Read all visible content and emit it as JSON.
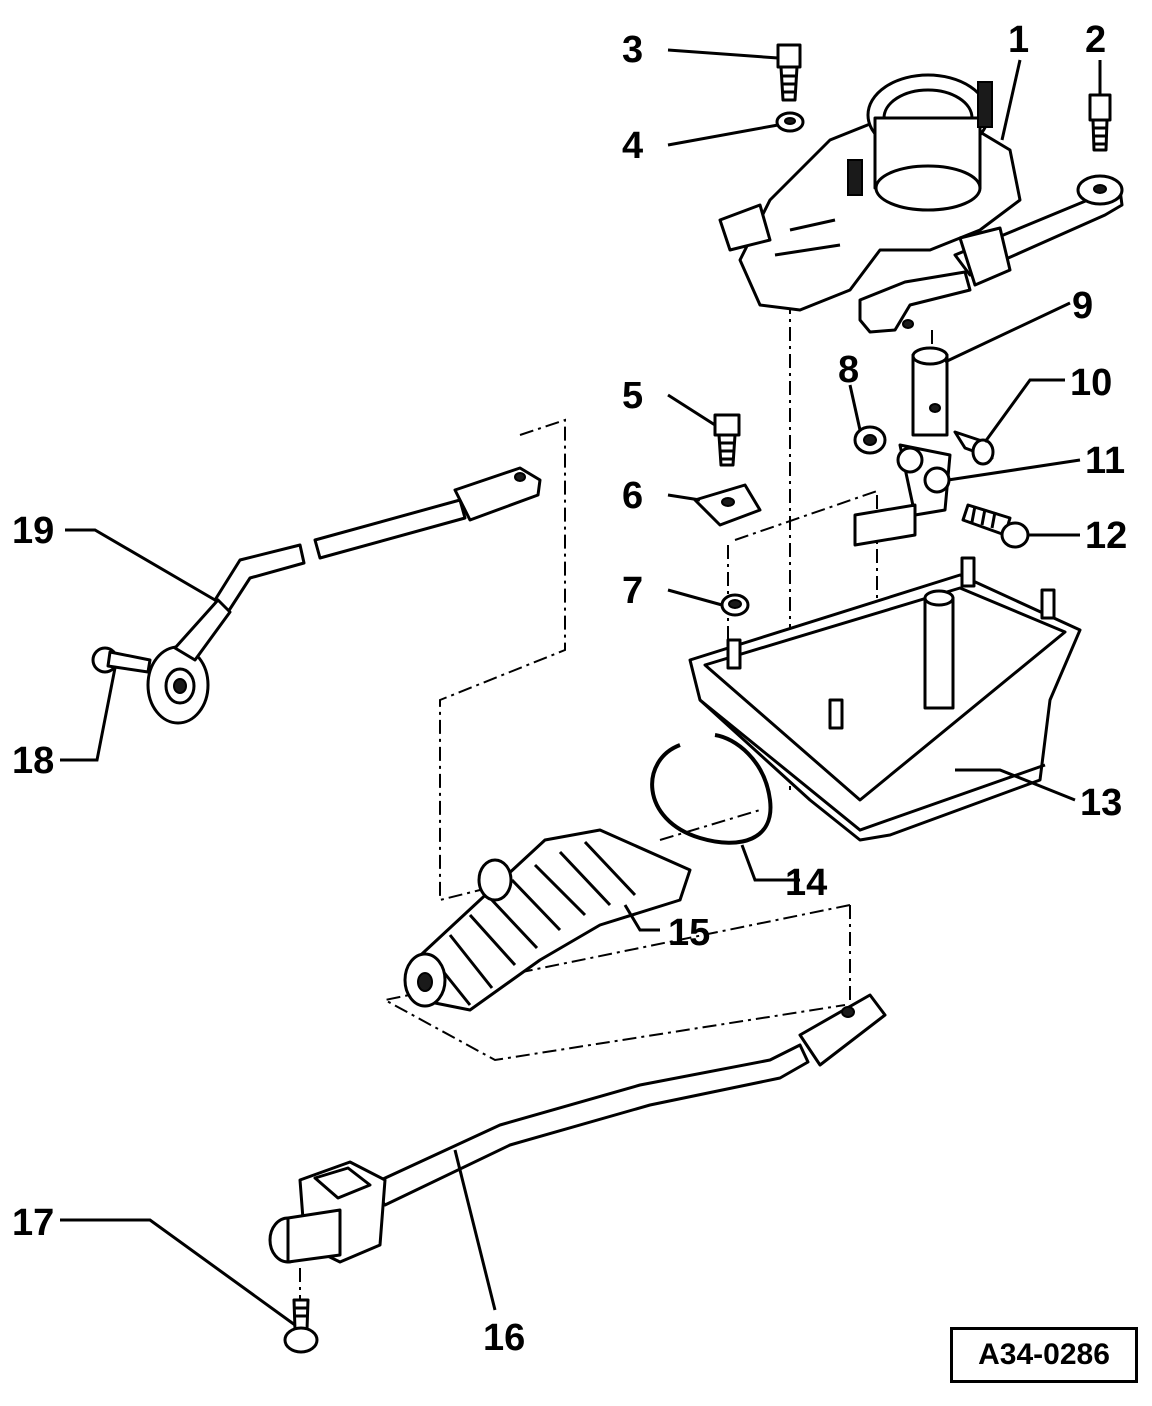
{
  "diagram": {
    "reference_code": "A34-0286",
    "callouts": [
      {
        "label": "1"
      },
      {
        "label": "2"
      },
      {
        "label": "3"
      },
      {
        "label": "4"
      },
      {
        "label": "5"
      },
      {
        "label": "6"
      },
      {
        "label": "7"
      },
      {
        "label": "8"
      },
      {
        "label": "9"
      },
      {
        "label": "10"
      },
      {
        "label": "11"
      },
      {
        "label": "12"
      },
      {
        "label": "13"
      },
      {
        "label": "14"
      },
      {
        "label": "15"
      },
      {
        "label": "16"
      },
      {
        "label": "17"
      },
      {
        "label": "18"
      },
      {
        "label": "19"
      }
    ]
  }
}
